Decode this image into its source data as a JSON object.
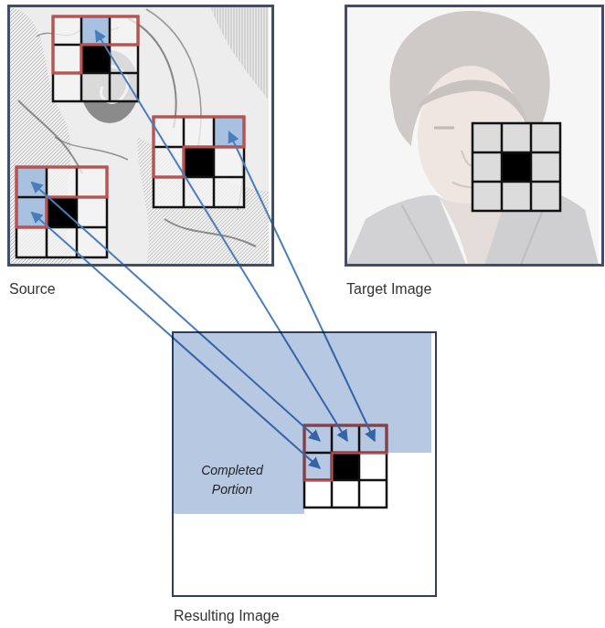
{
  "diagram": {
    "nodes": [
      {
        "text": [
          "Source"
        ]
      },
      {
        "text": [
          "Target Image"
        ]
      },
      {
        "text": [
          "Resulting Image"
        ]
      },
      {
        "text": [
          "Completed Portion"
        ],
        "in": 2
      }
    ],
    "edges": [
      {
        "from": 2,
        "to": 0,
        "arrow": "both"
      },
      {
        "from": 2,
        "to": 0,
        "arrow": "both"
      },
      {
        "from": 2,
        "to": 0,
        "arrow": "both"
      },
      {
        "from": 2,
        "to": 0,
        "arrow": "both"
      }
    ]
  }
}
